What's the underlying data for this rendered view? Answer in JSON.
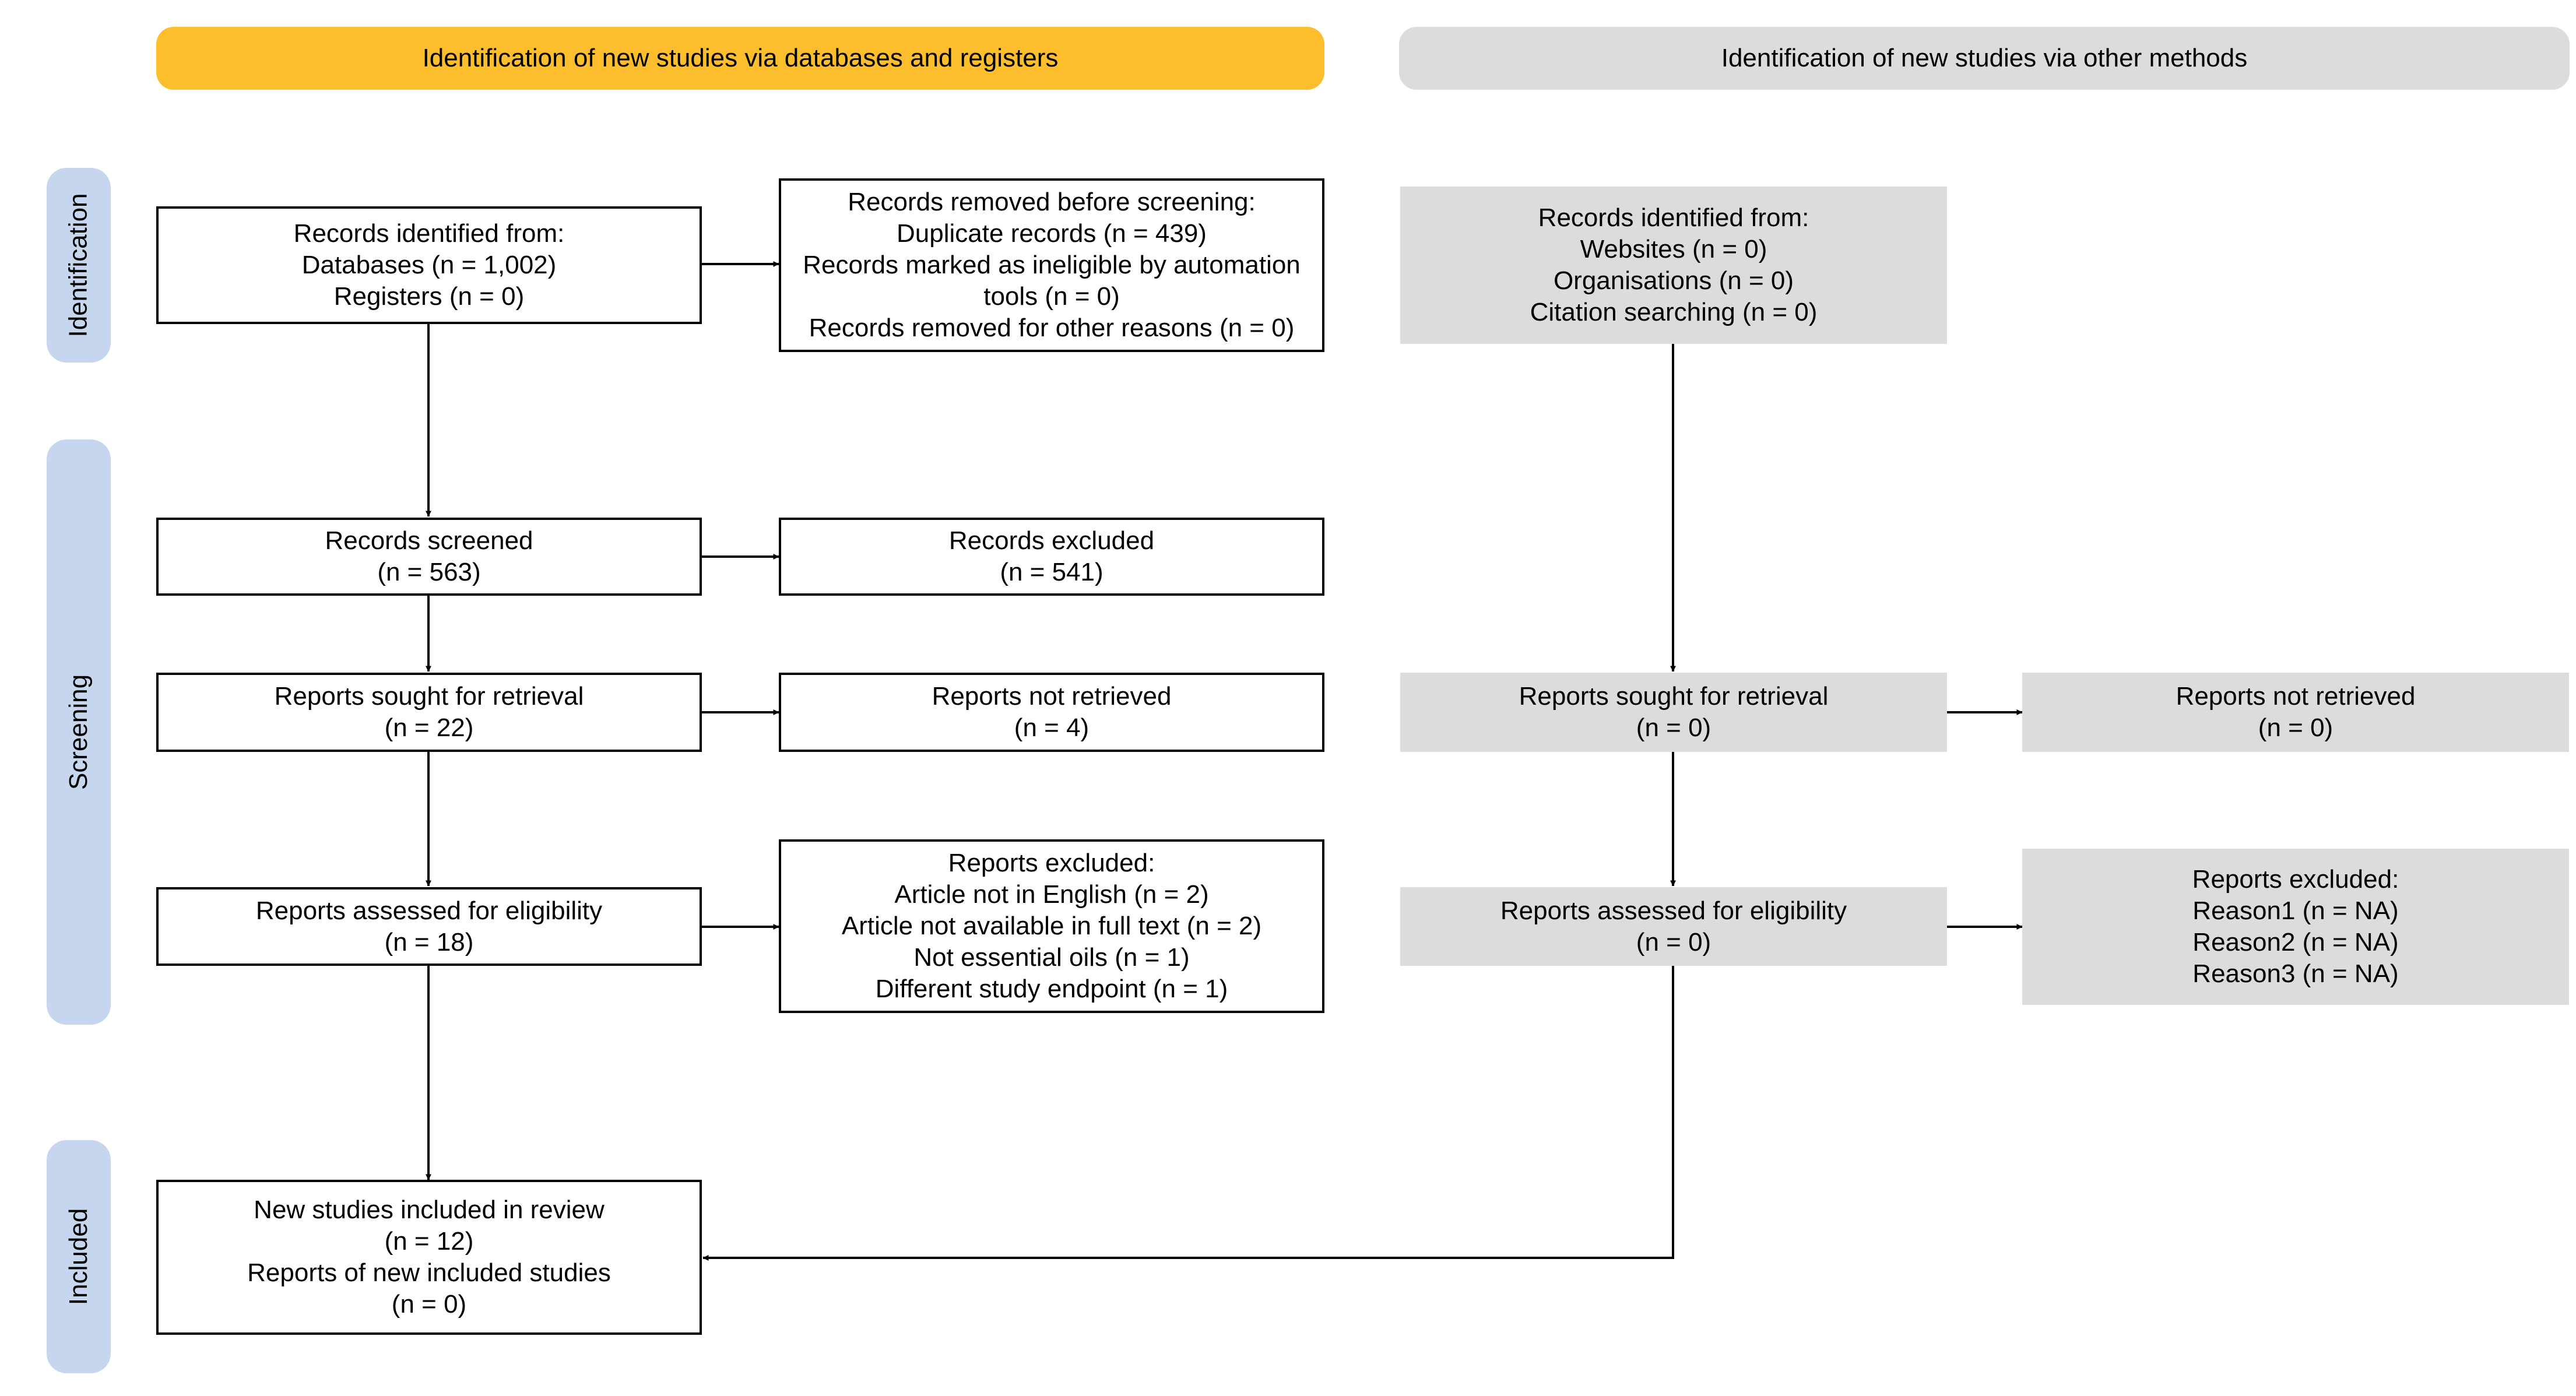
{
  "colors": {
    "header_left": "#FCBE2D",
    "header_right": "#DCDCDC",
    "phase_label": "#C6D6EE",
    "grey_box": "#DCDCDC",
    "line": "#000000"
  },
  "headers": {
    "databases": "Identification of new studies via databases and registers",
    "other": "Identification of new studies via other methods"
  },
  "phases": {
    "identification": "Identification",
    "screening": "Screening",
    "included": "Included"
  },
  "db": {
    "identified": [
      "Records identified from:",
      "Databases (n = 1,002)",
      "Registers (n = 0)"
    ],
    "removed": [
      "Records removed before screening:",
      "Duplicate records (n = 439)",
      "Records marked as ineligible by automation",
      "tools (n = 0)",
      "Records removed for other reasons (n = 0)"
    ],
    "screened": [
      "Records screened",
      "(n = 563)"
    ],
    "excluded": [
      "Records excluded",
      "(n = 541)"
    ],
    "sought": [
      "Reports sought for retrieval",
      "(n = 22)"
    ],
    "not_retrieved": [
      "Reports not retrieved",
      "(n = 4)"
    ],
    "assessed": [
      "Reports assessed for eligibility",
      "(n = 18)"
    ],
    "reports_excluded": [
      "Reports excluded:",
      "Article not in English (n = 2)",
      "Article not available in full text (n = 2)",
      "Not essential oils (n = 1)",
      "Different study endpoint (n = 1)"
    ],
    "included": [
      "New studies included in review",
      "(n = 12)",
      "Reports of new included studies",
      "(n = 0)"
    ]
  },
  "other": {
    "identified": [
      "Records identified from:",
      "Websites (n = 0)",
      "Organisations (n = 0)",
      "Citation searching (n = 0)"
    ],
    "sought": [
      "Reports sought for retrieval",
      "(n = 0)"
    ],
    "not_retrieved": [
      "Reports not retrieved",
      "(n = 0)"
    ],
    "assessed": [
      "Reports assessed for eligibility",
      "(n = 0)"
    ],
    "reports_excluded": [
      "Reports excluded:",
      "Reason1 (n = NA)",
      "Reason2 (n = NA)",
      "Reason3 (n = NA)"
    ]
  }
}
